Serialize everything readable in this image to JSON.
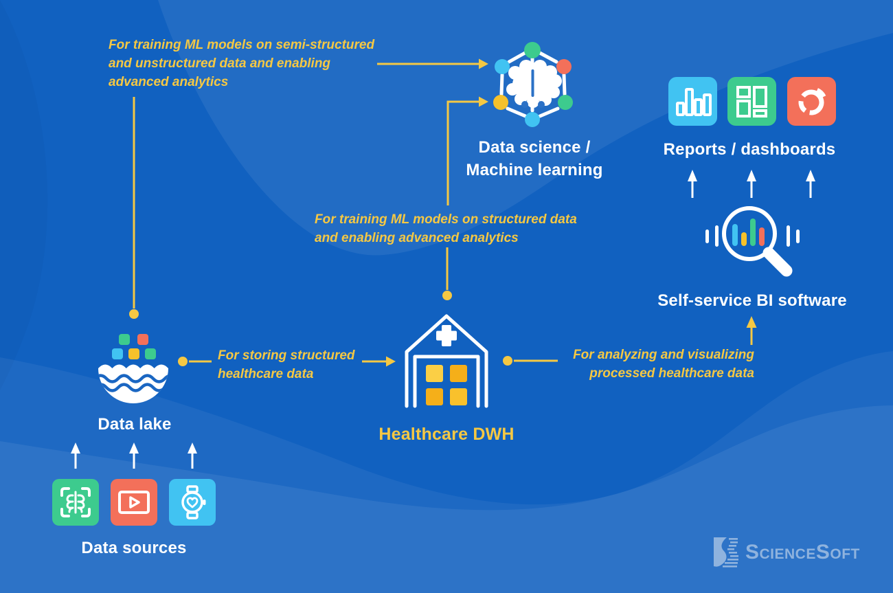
{
  "colors": {
    "bg_base": "#1161C0",
    "bg_light_wave": "#2B72C8",
    "accent_yellow": "#F5C843",
    "icon_blue": "#41C3F2",
    "icon_green": "#3DCB8E",
    "icon_red": "#F3705A",
    "icon_yellow": "#F6C12B",
    "dwh_square_light": "#FBCF45",
    "dwh_square_dark": "#F5AF19",
    "white": "#FFFFFF",
    "logo_blue": "#8FB3DE"
  },
  "nodes": {
    "data_sources": {
      "label": "Data sources",
      "icons": [
        "xray-scan",
        "video-player",
        "smartwatch"
      ]
    },
    "data_lake": {
      "label": "Data lake"
    },
    "healthcare_dwh": {
      "label": "Healthcare DWH"
    },
    "data_science": {
      "label_line1": "Data science /",
      "label_line2": "Machine learning",
      "icon": "brain-network"
    },
    "reports": {
      "label": "Reports / dashboards",
      "icons": [
        "bar-chart",
        "dashboard-layout",
        "donut-chart"
      ]
    },
    "bi_software": {
      "label": "Self-service BI software",
      "icon": "magnifier-bars"
    }
  },
  "annotations": {
    "train_unstructured": {
      "line1": "For training ML models on semi-structured",
      "line2": "and unstructured data and enabling",
      "line3": "advanced analytics"
    },
    "train_structured": {
      "line1": "For training ML models on structured data",
      "line2": "and enabling advanced analytics"
    },
    "storing": {
      "line1": "For storing structured",
      "line2": "healthcare data"
    },
    "analyzing": {
      "line1": "For analyzing and visualizing",
      "line2": "processed healthcare data"
    }
  },
  "logo": {
    "text": "ScienceSoft"
  }
}
